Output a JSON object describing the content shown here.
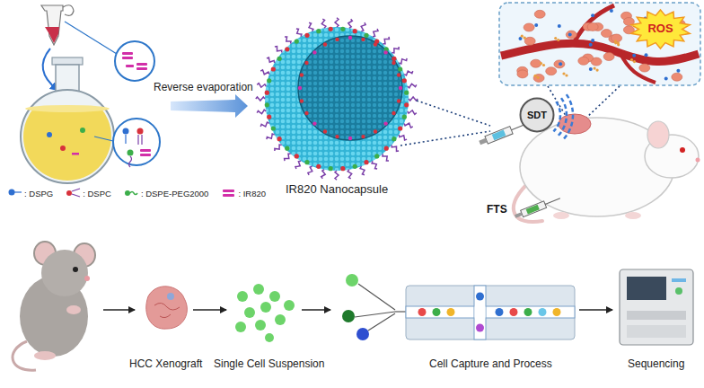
{
  "diagram": {
    "nodes": [
      {
        "text": [
          "ROS"
        ]
      },
      {
        "text": [
          "SDT"
        ]
      }
    ],
    "labels": [
      "Reverse evaporation",
      "IR820 Nanocapsule",
      "FTS",
      "HCC Xenograft",
      "Single Cell Suspension",
      "Cell Capture and Process",
      "Sequencing"
    ],
    "legend": [
      {
        "text": ": DSPG"
      },
      {
        "text": ": DSPC"
      },
      {
        "text": ": DSPE-PEG2000"
      },
      {
        "text": ": IR820"
      }
    ]
  }
}
